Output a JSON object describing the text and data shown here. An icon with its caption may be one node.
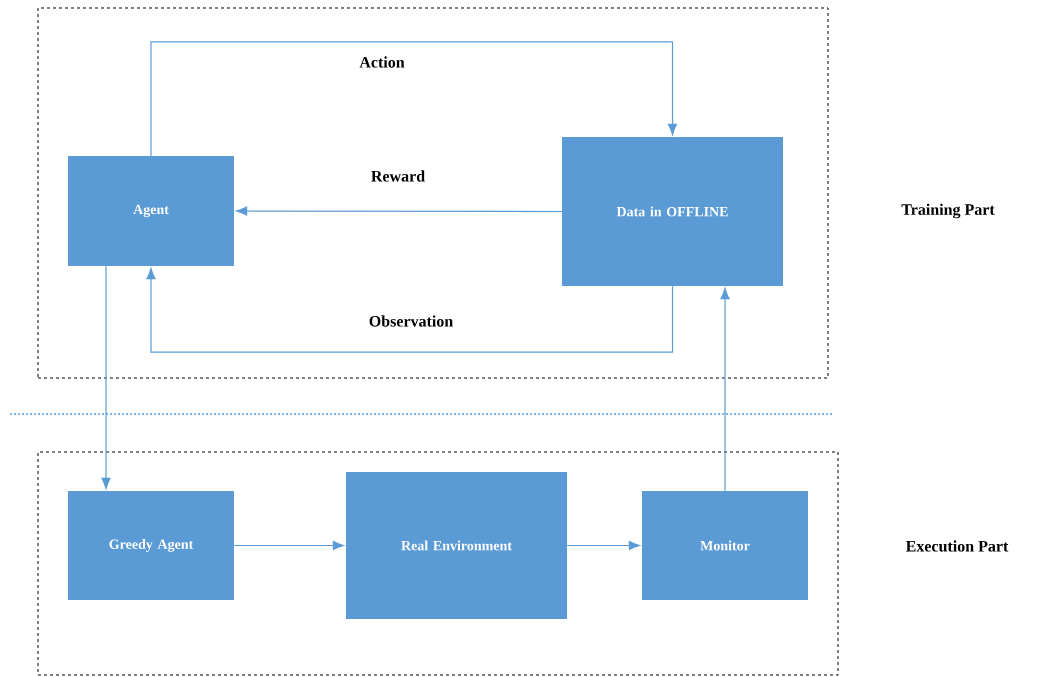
{
  "diagram": {
    "nodes": [
      {
        "text": [
          "Training Part"
        ]
      },
      {
        "text": [
          "Agent"
        ],
        "in": 0
      },
      {
        "text": [
          "Data in OFFLINE"
        ],
        "in": 0
      },
      {
        "text": [
          "Execution Part"
        ]
      },
      {
        "text": [
          "Greedy Agent"
        ],
        "in": 3
      },
      {
        "text": [
          "Real Environment"
        ],
        "in": 3
      },
      {
        "text": [
          "Monitor"
        ],
        "in": 3
      }
    ],
    "edges": [
      {
        "from": 1,
        "to": 2,
        "arrow": "to",
        "label": "Action"
      },
      {
        "from": 2,
        "to": 1,
        "arrow": "to",
        "label": "Reward"
      },
      {
        "from": 2,
        "to": 1,
        "arrow": "to",
        "label": "Observation"
      },
      {
        "from": 1,
        "to": 4,
        "arrow": "to"
      },
      {
        "from": 4,
        "to": 5,
        "arrow": "to"
      },
      {
        "from": 5,
        "to": 6,
        "arrow": "to"
      },
      {
        "from": 6,
        "to": 2,
        "arrow": "to"
      }
    ]
  }
}
